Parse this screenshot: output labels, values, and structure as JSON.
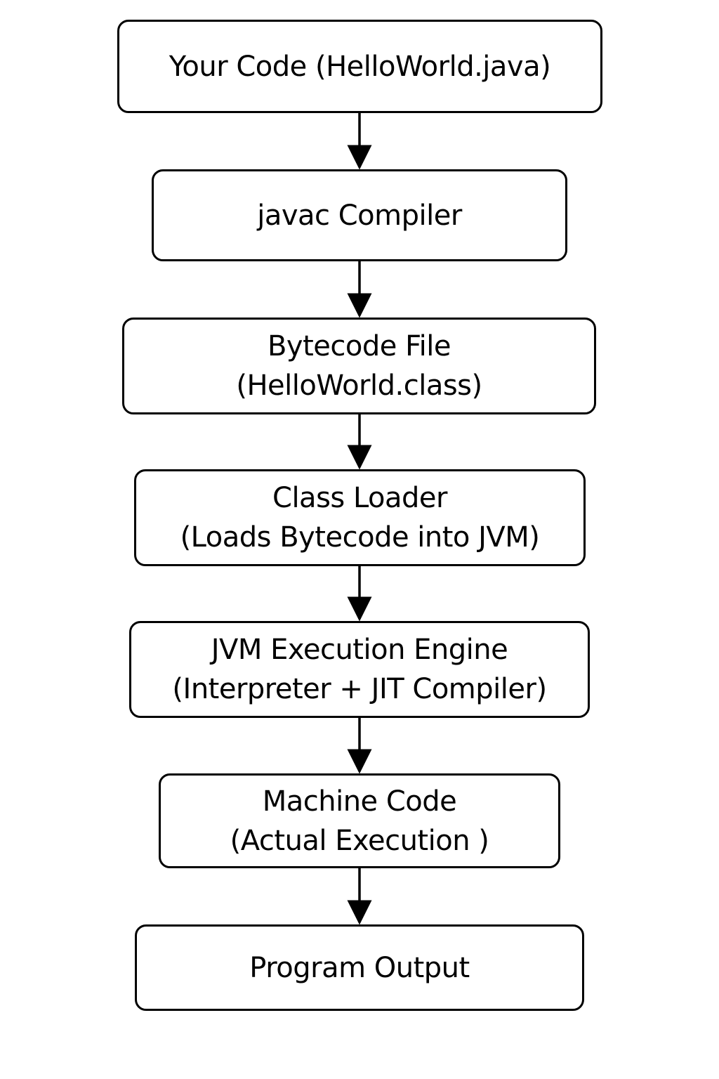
{
  "nodes": [
    {
      "lines": [
        "Your Code (HelloWorld.java)"
      ]
    },
    {
      "lines": [
        "javac Compiler"
      ]
    },
    {
      "lines": [
        "Bytecode File",
        "(HelloWorld.class)"
      ]
    },
    {
      "lines": [
        "Class Loader",
        "(Loads Bytecode into JVM)"
      ]
    },
    {
      "lines": [
        "JVM Execution Engine",
        "(Interpreter + JIT Compiler)"
      ]
    },
    {
      "lines": [
        "Machine Code",
        "(Actual Execution )"
      ]
    },
    {
      "lines": [
        "Program Output"
      ]
    }
  ],
  "colors": {
    "stroke": "#000000",
    "background": "#ffffff"
  }
}
